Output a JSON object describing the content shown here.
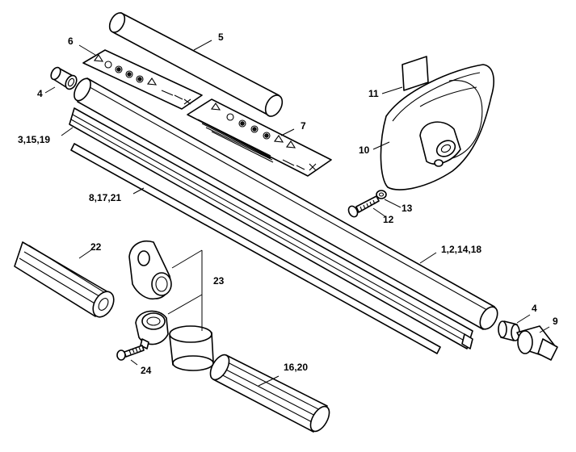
{
  "callouts": {
    "p1": "1,2,14,18",
    "p3": "3,15,19",
    "p4a": "4",
    "p4b": "4",
    "p5": "5",
    "p6": "6",
    "p7": "7",
    "p8": "8,17,21",
    "p9": "9",
    "p10": "10",
    "p11": "11",
    "p12": "12",
    "p13": "13",
    "p16": "16,20",
    "p22": "22",
    "p23": "23",
    "p24": "24"
  },
  "colors": {
    "line": "#000000",
    "background": "#ffffff"
  }
}
